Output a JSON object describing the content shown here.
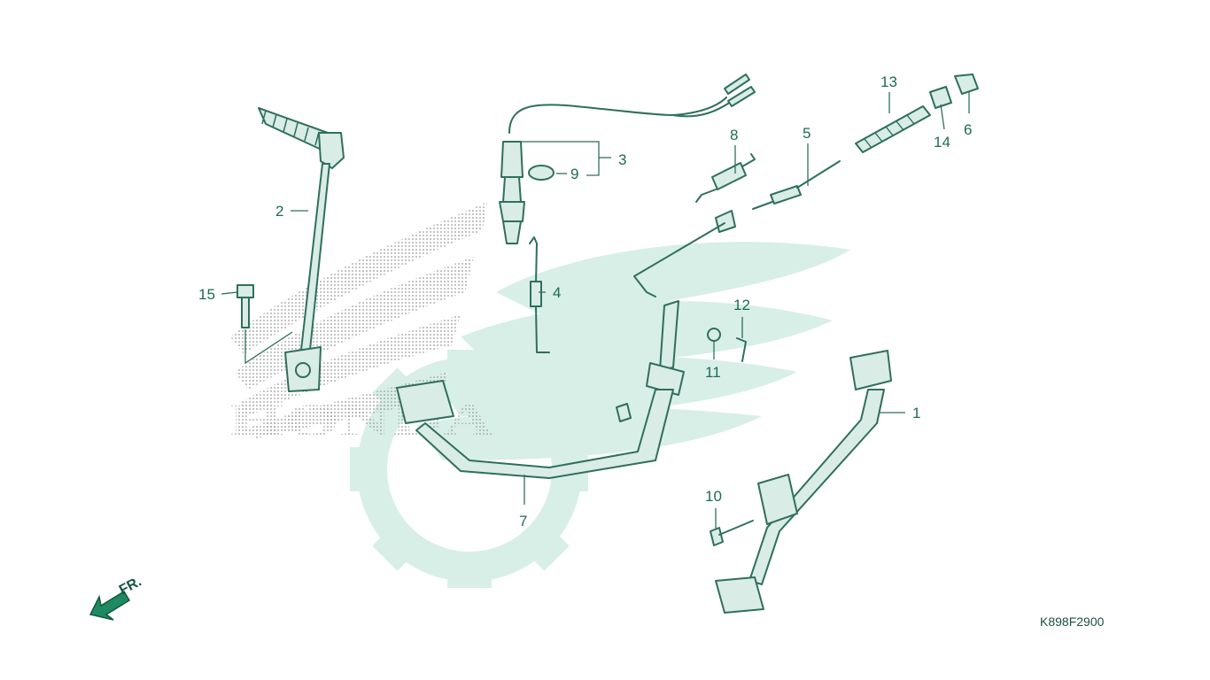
{
  "callouts": {
    "p1": "1",
    "p2": "2",
    "p3": "3",
    "p4": "4",
    "p5": "5",
    "p6": "6",
    "p7": "7",
    "p8": "8",
    "p9": "9",
    "p10": "10",
    "p11": "11",
    "p12": "12",
    "p13": "13",
    "p14": "14",
    "p15": "15"
  },
  "logo_text": "HONDA",
  "front_indicator": "FR.",
  "diagram_code": "K898F2900",
  "colors": {
    "line": "#2f6f5e",
    "watermark": "#d8efe8",
    "dots": "#9a9a9a"
  }
}
